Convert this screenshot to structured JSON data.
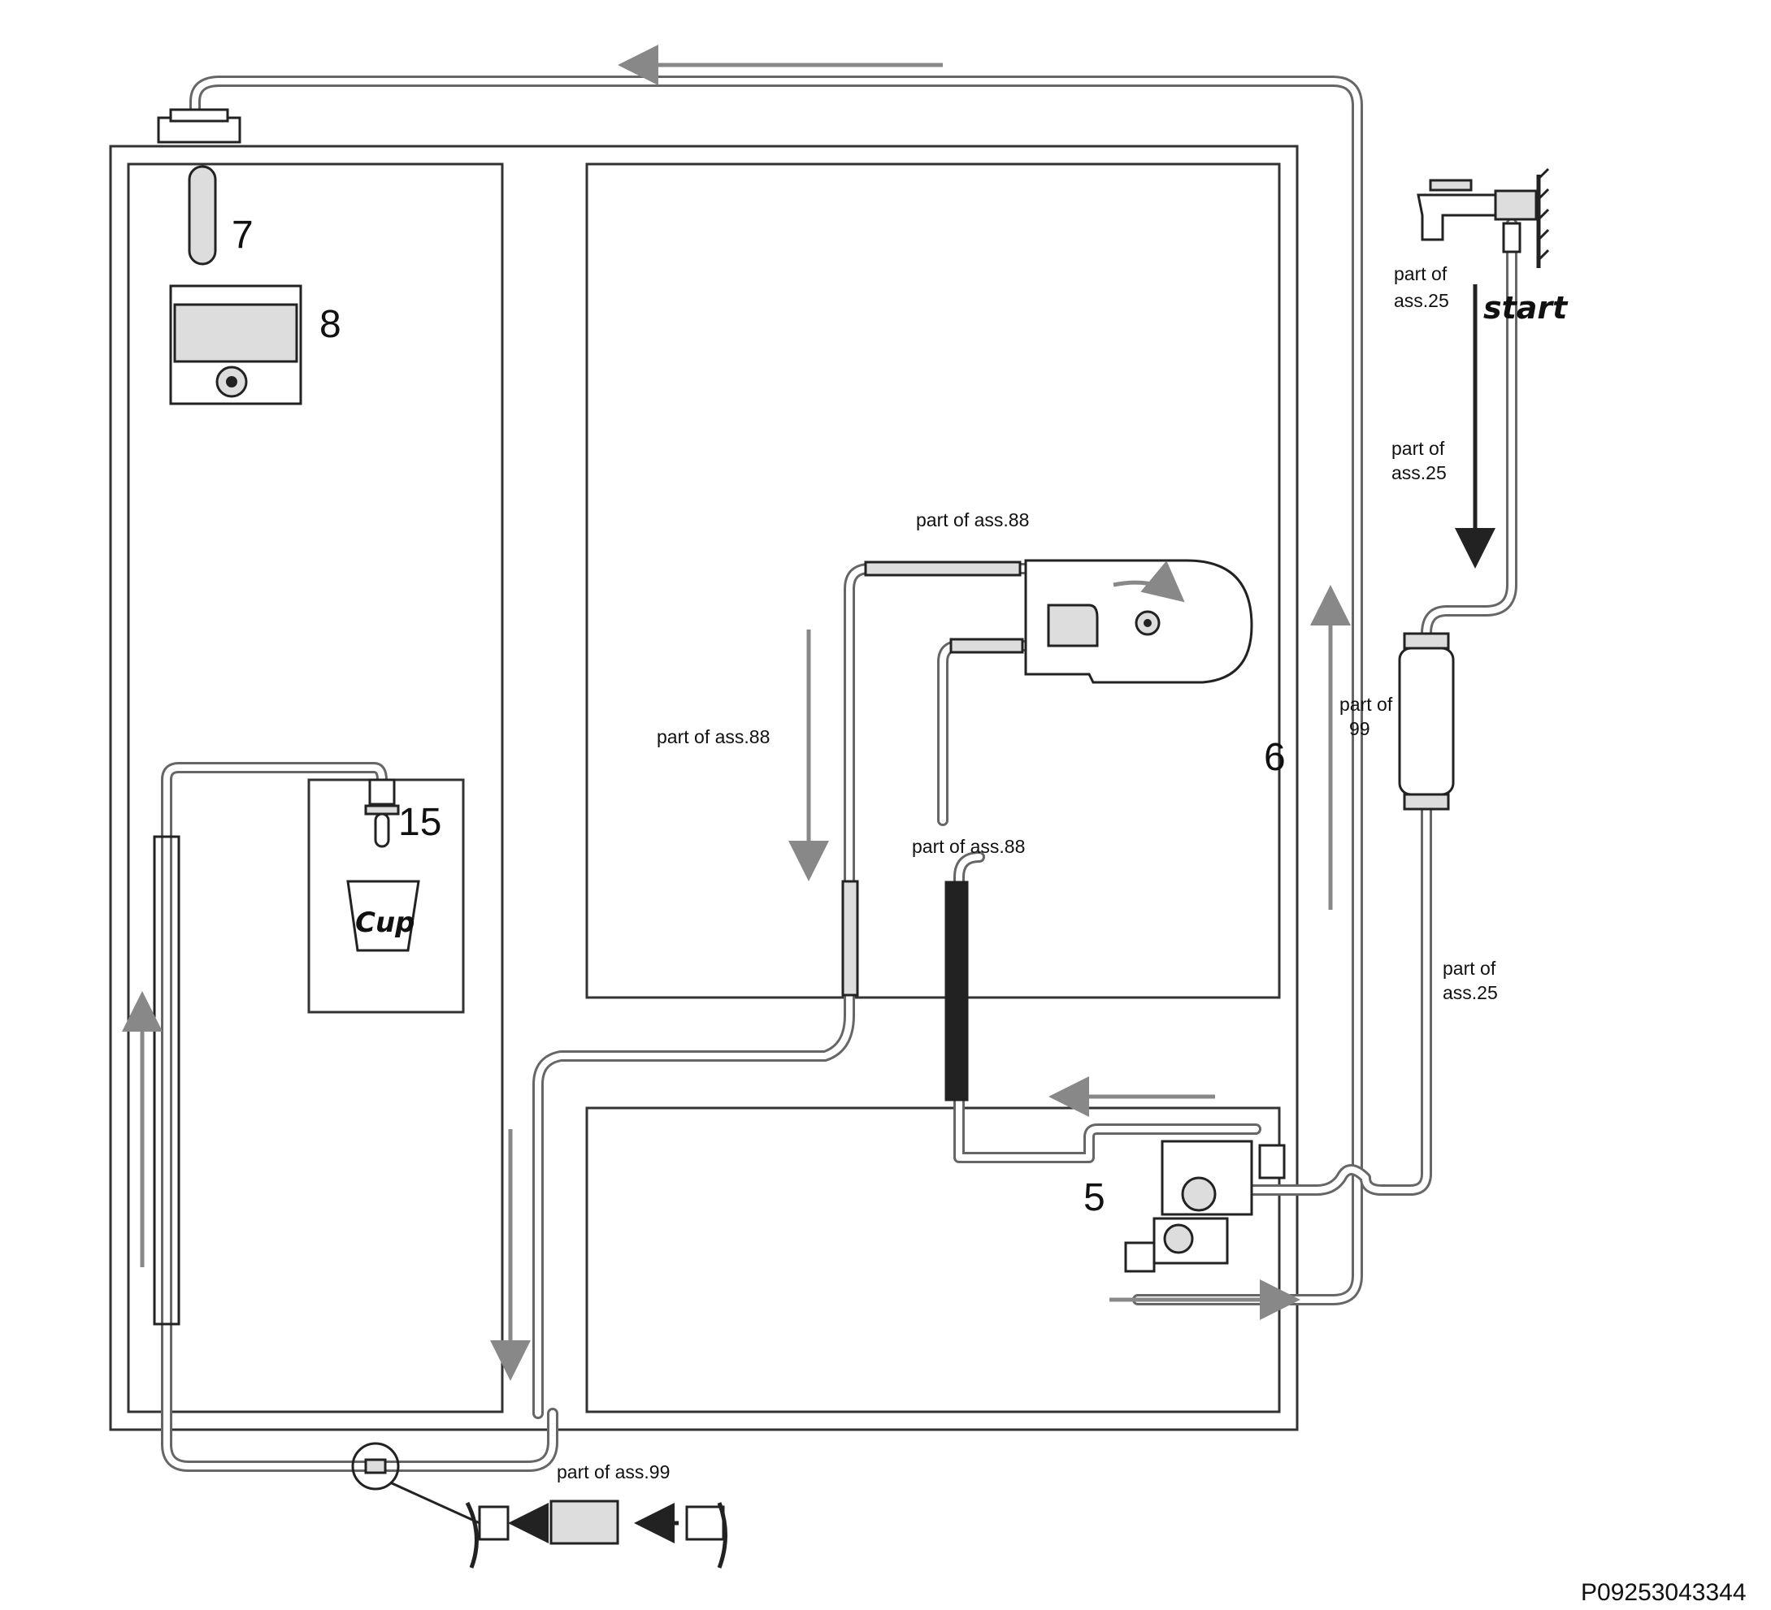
{
  "labels": {
    "part_of_ass25_top": [
      "part of",
      "ass.25"
    ],
    "part_of_ass25_mid": [
      "part of",
      "ass.25"
    ],
    "part_of_ass25_low": [
      "part of",
      "ass.25"
    ],
    "part_of_99": [
      "part of",
      "99"
    ],
    "part_of_ass88_top": "part of ass.88",
    "part_of_ass88_left": "part of ass.88",
    "part_of_ass88_mid": "part of ass.88",
    "part_of_ass99": "part of ass.99",
    "start": "start",
    "cup": "Cup"
  },
  "numbers": {
    "n5": "5",
    "n6": "6",
    "n7": "7",
    "n8": "8",
    "n15": "15"
  },
  "reference_code": "P09253043344"
}
